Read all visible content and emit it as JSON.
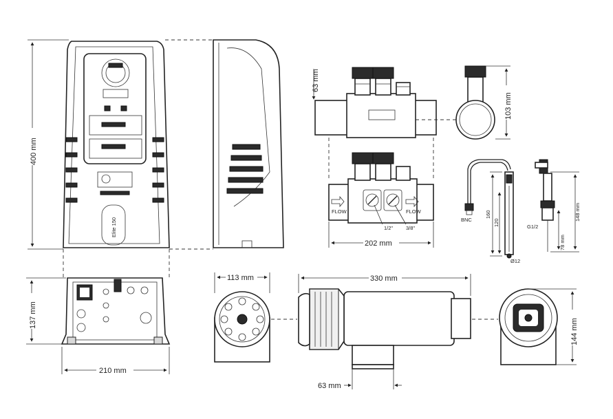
{
  "dimensions": {
    "height_400": "400 mm",
    "height_137": "137 mm",
    "width_210": "210 mm",
    "width_113": "113 mm",
    "length_330": "330 mm",
    "height_144": "144 mm",
    "pipe_63_bottom": "63 mm",
    "pipe_63_top": "63 mm",
    "height_103": "103 mm",
    "width_202": "202 mm",
    "probe_160": "160",
    "probe_120": "120",
    "probe_148": "148 mm",
    "probe_78": "78 mm",
    "dia_12": "Ø12"
  },
  "labels": {
    "half_inch": "1/2\"",
    "three_eighths": "3/8\"",
    "bnc": "BNC",
    "g_half": "G1/2",
    "flow_in": "FLOW",
    "flow_out": "FLOW",
    "model": "Elite 150"
  },
  "colors": {
    "line": "#222222",
    "fill_dark": "#2b2b2b",
    "fill_grey": "#d9d9d9",
    "background": "#ffffff"
  }
}
